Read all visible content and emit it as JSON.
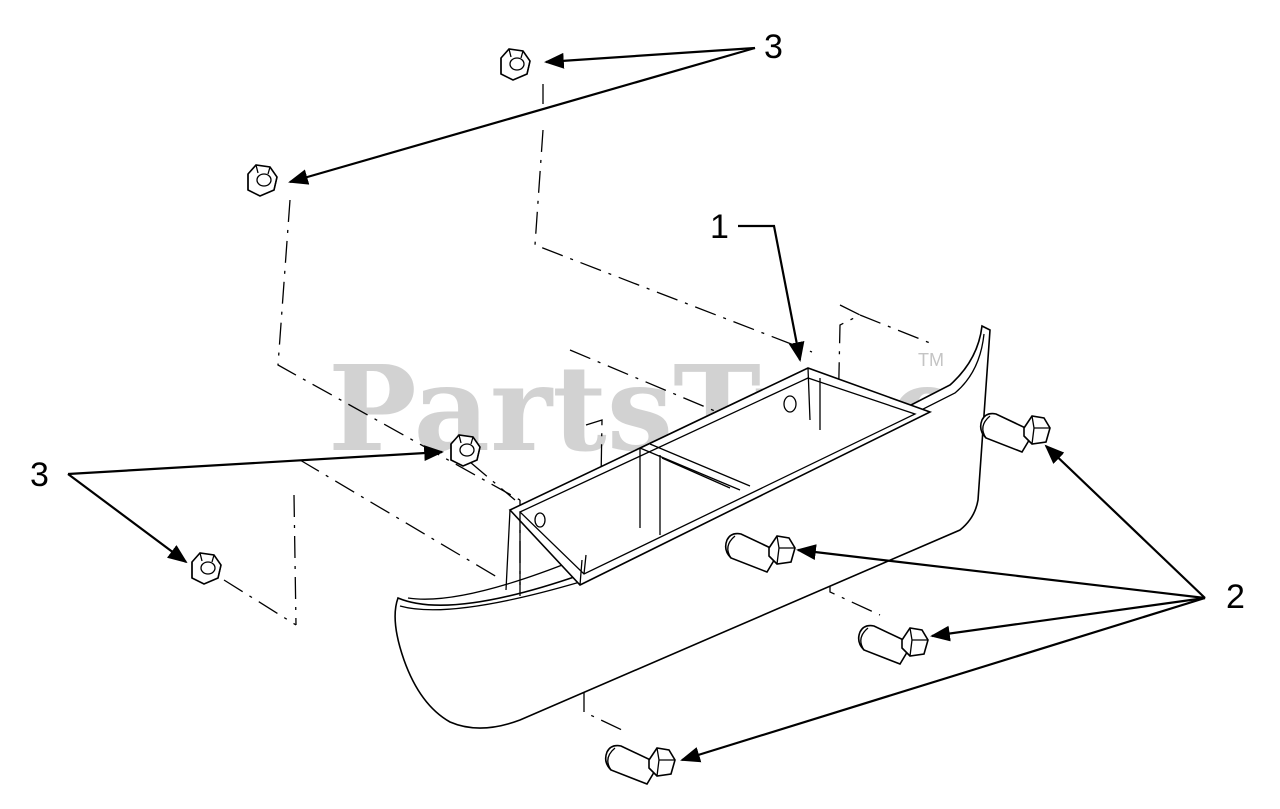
{
  "watermark": {
    "text": "PartsTree",
    "trademark": "TM"
  },
  "callouts": [
    {
      "id": "1",
      "label": "1"
    },
    {
      "id": "2",
      "label": "2"
    },
    {
      "id": "3a",
      "label": "3"
    },
    {
      "id": "3b",
      "label": "3"
    }
  ],
  "parts": [
    {
      "number": "1",
      "description": "bumper / guard bracket"
    },
    {
      "number": "2",
      "description": "hex bolt",
      "count": 4
    },
    {
      "number": "3",
      "description": "hex nut",
      "count": 4
    }
  ],
  "icons": [
    "hex-nut-icon",
    "hex-bolt-icon"
  ]
}
